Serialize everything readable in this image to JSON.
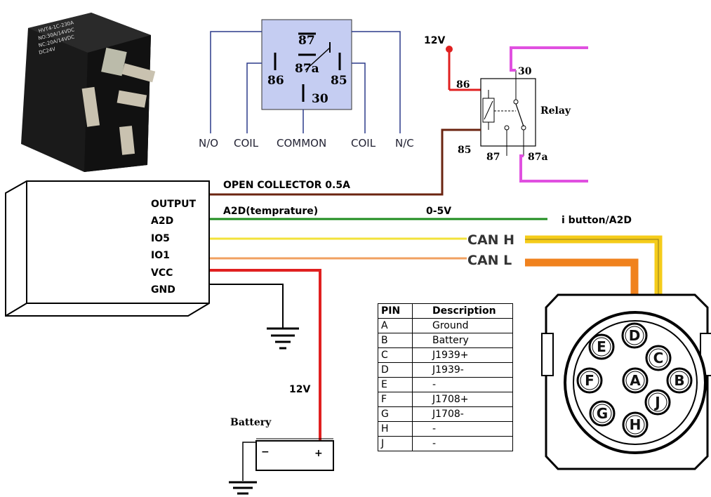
{
  "relay_photo": {
    "label_lines": [
      "HVT4-1C-230A",
      "NO:30A/14VDC",
      "NC:20A/14VDC",
      "DC24V"
    ]
  },
  "relay_diagram": {
    "terminals": {
      "t87": "87",
      "t87a": "87a",
      "t86": "86",
      "t85": "85",
      "t30": "30"
    },
    "bottom_labels": {
      "no": "N/O",
      "coil1": "COIL",
      "common": "COMMON",
      "coil2": "COIL",
      "nc": "N/C"
    }
  },
  "relay_schematic": {
    "supply": "12V",
    "pin86": "86",
    "pin85": "85",
    "pin30": "30",
    "pin87": "87",
    "pin87a": "87a",
    "title": "Relay"
  },
  "device": {
    "pins": {
      "output": "OUTPUT",
      "a2d": "A2D",
      "io5": "IO5",
      "io1": "IO1",
      "vcc": "VCC",
      "gnd": "GND"
    }
  },
  "wires": {
    "open_collector": "OPEN COLLECTOR 0.5A",
    "a2d_temp": "A2D(temprature)",
    "range": "0-5V",
    "ibutton": "i button/A2D",
    "can_h": "CAN H",
    "can_l": "CAN L",
    "vcc_voltage": "12V"
  },
  "battery": {
    "title": "Battery",
    "minus": "−",
    "plus": "+"
  },
  "pin_table": {
    "header_pin": "PIN",
    "header_desc": "Description",
    "rows": [
      {
        "pin": "A",
        "desc": "Ground"
      },
      {
        "pin": "B",
        "desc": "Battery"
      },
      {
        "pin": "C",
        "desc": "J1939+"
      },
      {
        "pin": "D",
        "desc": "J1939-"
      },
      {
        "pin": "E",
        "desc": "-"
      },
      {
        "pin": "F",
        "desc": "J1708+"
      },
      {
        "pin": "G",
        "desc": "J1708-"
      },
      {
        "pin": "H",
        "desc": "-"
      },
      {
        "pin": "J",
        "desc": "-"
      }
    ]
  },
  "connector": {
    "pins": {
      "A": "A",
      "B": "B",
      "C": "C",
      "D": "D",
      "E": "E",
      "F": "F",
      "G": "G",
      "H": "H",
      "J": "J"
    }
  },
  "colors": {
    "relay_box": "#c5cdf2",
    "wire_output": "#6b2410",
    "wire_a2d": "#1e8c1e",
    "wire_can_h": "#f2e23a",
    "wire_can_l": "#f0a060",
    "wire_vcc": "#e02020",
    "relay_load": "#e050e0",
    "conn_orange": "#f0821e",
    "conn_yellow": "#f5cc1a"
  }
}
